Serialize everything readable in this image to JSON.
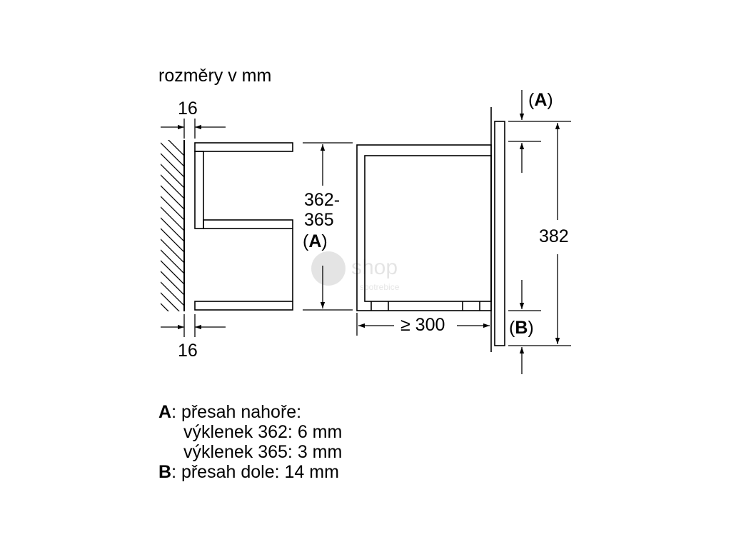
{
  "header": {
    "units": "rozměry v mm"
  },
  "dimensions": {
    "wall_gap_top": "16",
    "wall_gap_bottom": "16",
    "niche_height_line1": "362-",
    "niche_height_line2": "365",
    "niche_height_ref_open": "(",
    "niche_height_ref_letter": "A",
    "niche_height_ref_close": ")",
    "depth": "≥ 300",
    "total_height": "382",
    "overhang_top_open": "(",
    "overhang_top_letter": "A",
    "overhang_top_close": ")",
    "overhang_bottom_open": "(",
    "overhang_bottom_letter": "B",
    "overhang_bottom_close": ")"
  },
  "legend": {
    "a_letter": "A",
    "a_title": ": přesah nahoře:",
    "a_line1": "výklenek 362: 6 mm",
    "a_line2": "výklenek 365: 3 mm",
    "b_letter": "B",
    "b_text": ": přesah dole: 14 mm"
  },
  "watermark": {
    "text1": "shop",
    "text2": "spotrebice"
  },
  "colors": {
    "line": "#000000",
    "background": "#ffffff"
  }
}
